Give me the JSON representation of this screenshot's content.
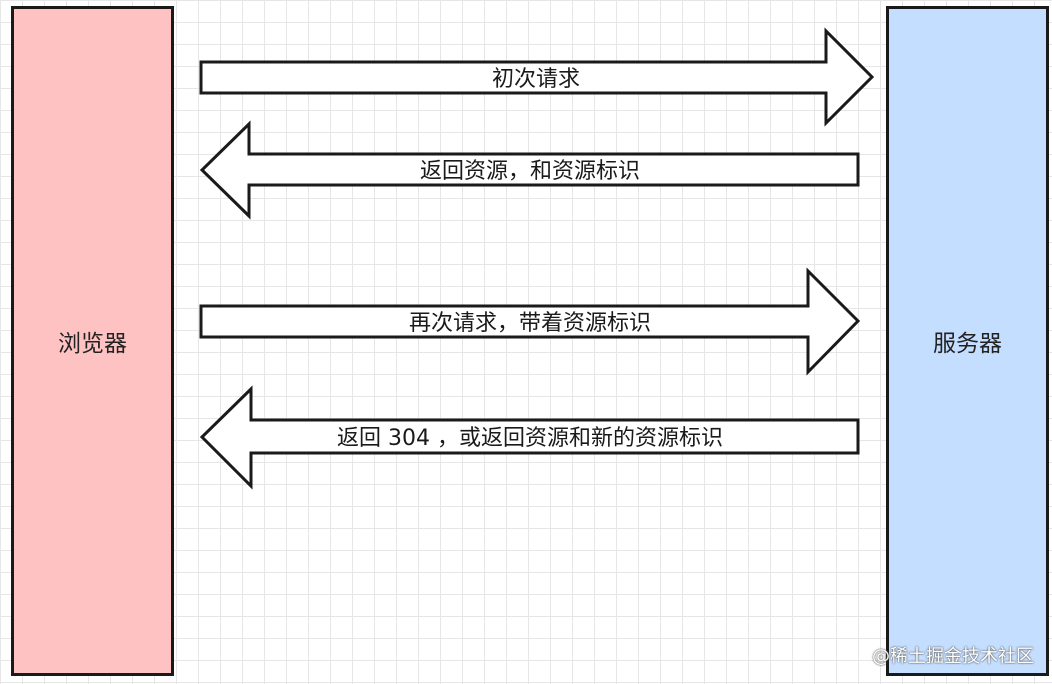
{
  "colors": {
    "browser_fill": "#ffc2c2",
    "server_fill": "#c4deff",
    "arrow_fill": "#ffffff",
    "stroke": "#1a1a1a"
  },
  "nodes": {
    "browser": "浏览器",
    "server": "服务器"
  },
  "messages": [
    {
      "label": "初次请求",
      "direction": "right"
    },
    {
      "label": "返回资源，和资源标识",
      "direction": "left"
    },
    {
      "label": "再次请求，带着资源标识",
      "direction": "right"
    },
    {
      "label": "返回 304 ，或返回资源和新的资源标识",
      "direction": "left"
    }
  ],
  "watermark": "@稀土掘金技术社区"
}
